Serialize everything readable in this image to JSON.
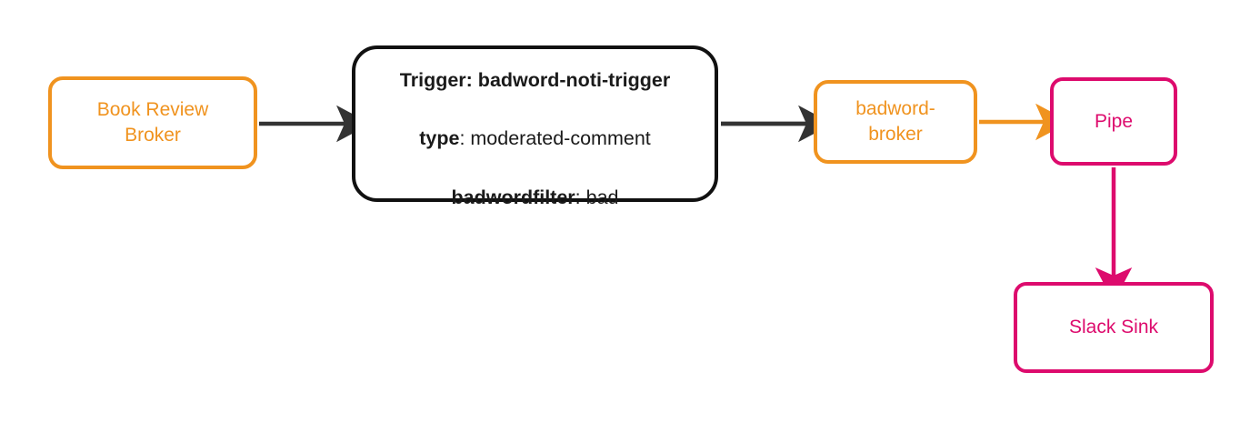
{
  "diagram": {
    "type": "flow-diagram",
    "background": "#ffffff",
    "colors": {
      "broker": "#f0931f",
      "pipe": "#dd0b6d",
      "trigger": "#111111",
      "edge_dark": "#333333"
    },
    "nodes": [
      {
        "id": "book-review-broker",
        "label": "Book Review\nBroker",
        "shape": "rounded-rect",
        "style": "orange"
      },
      {
        "id": "trigger",
        "label": "Trigger: badword-noti-trigger\ntype: moderated-comment\nbadwordfilter: bad",
        "lines": [
          {
            "bold": "Trigger: badword-noti-trigger",
            "rest": ""
          },
          {
            "bold": "type",
            "rest": ": moderated-comment"
          },
          {
            "bold": "badwordfilter",
            "rest": ": bad"
          }
        ],
        "shape": "rounded-rect",
        "style": "black"
      },
      {
        "id": "badword-broker",
        "label": "badword-\nbroker",
        "shape": "rounded-rect",
        "style": "orange"
      },
      {
        "id": "pipe",
        "label": "Pipe",
        "shape": "rounded-rect",
        "style": "pink"
      },
      {
        "id": "slack-sink",
        "label": "Slack Sink",
        "shape": "rounded-rect",
        "style": "pink"
      }
    ],
    "edges": [
      {
        "id": "edge-book-review-broker-to-trigger",
        "from": "book-review-broker",
        "to": "trigger",
        "color": "#333333",
        "direction": "right"
      },
      {
        "id": "edge-trigger-to-badword-broker",
        "from": "trigger",
        "to": "badword-broker",
        "color": "#333333",
        "direction": "right"
      },
      {
        "id": "edge-badword-broker-to-pipe",
        "from": "badword-broker",
        "to": "pipe",
        "color": "#f0931f",
        "direction": "right"
      },
      {
        "id": "edge-pipe-to-slack-sink",
        "from": "pipe",
        "to": "slack-sink",
        "color": "#dd0b6d",
        "direction": "down"
      }
    ]
  }
}
